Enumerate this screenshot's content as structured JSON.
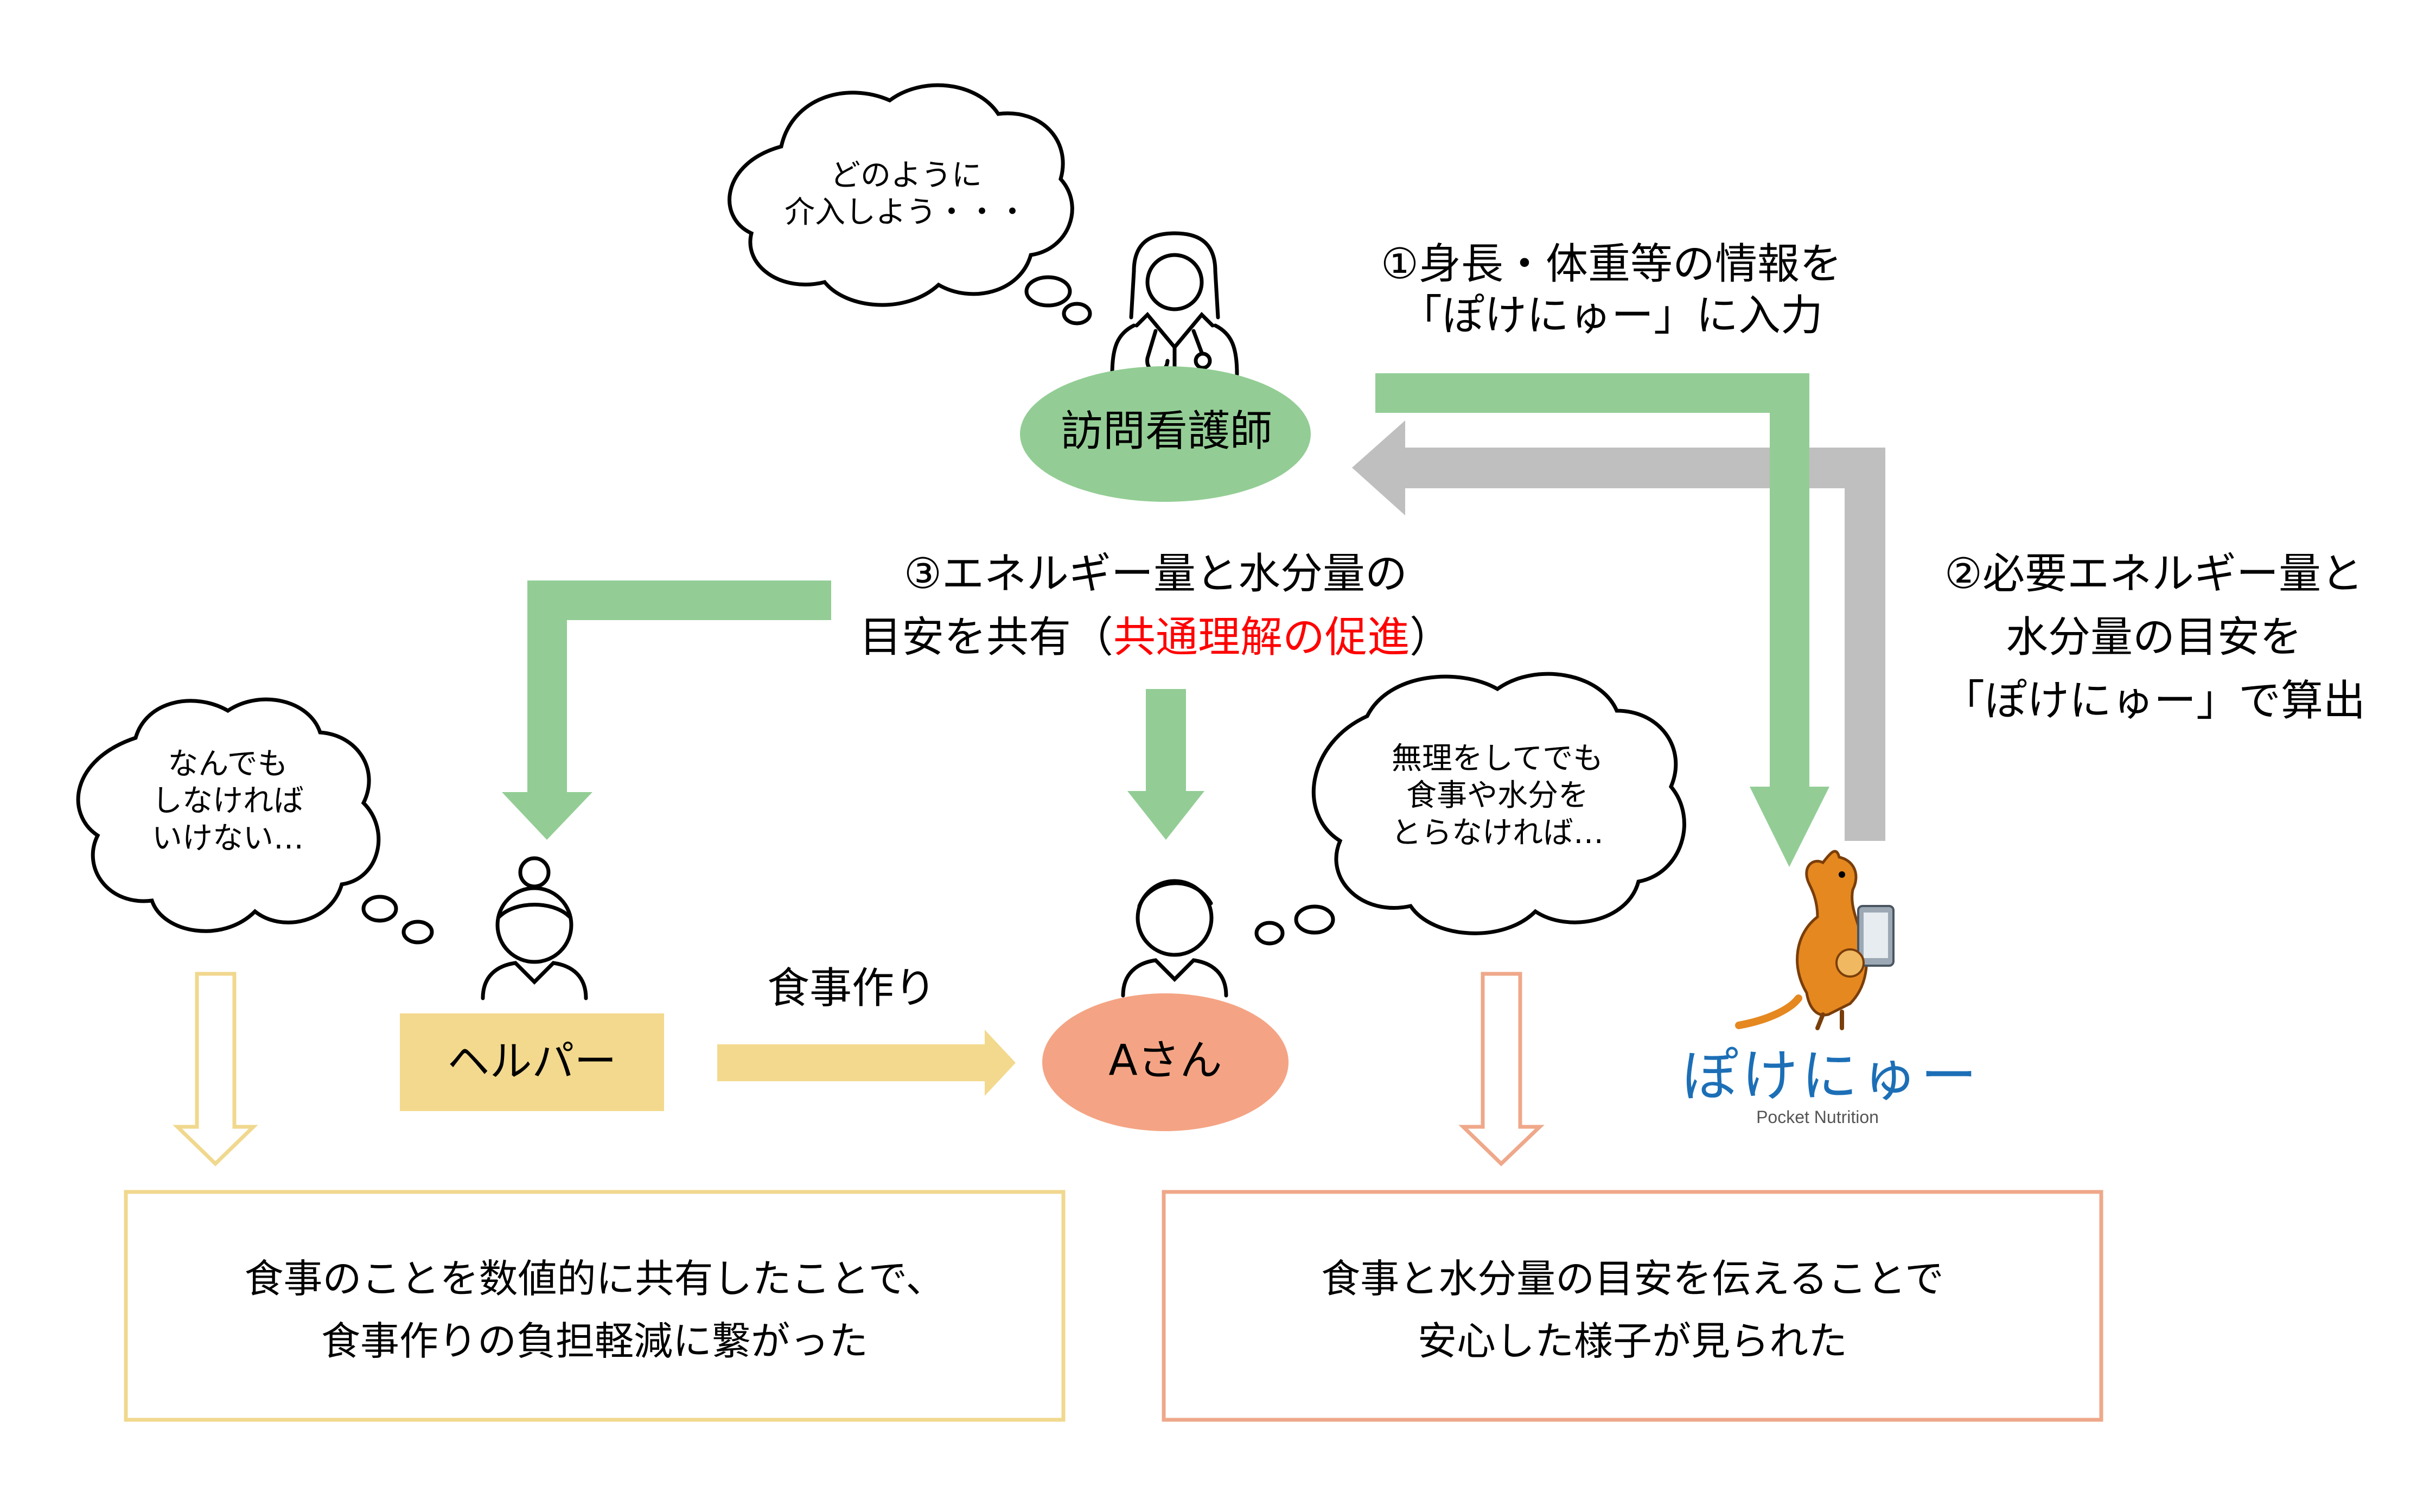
{
  "colors": {
    "nurse": "#93cd95",
    "green_arrow": "#93cd95",
    "gray_arrow": "#bfbfbf",
    "helper": "#f3d98d",
    "patient": "#f4a484",
    "yellow_border": "#f0d88e",
    "orange_border": "#efa88a",
    "emphasis": "#ff0000"
  },
  "nodes": {
    "nurse": "訪問看護師",
    "helper": "ヘルパー",
    "patient": "Aさん"
  },
  "bubbles": {
    "nurse": [
      "どのように",
      "介入しよう・・・"
    ],
    "helper": [
      "なんでも",
      "しなければ",
      "いけない…"
    ],
    "patient": [
      "無理をしてでも",
      "食事や水分を",
      "とらなければ…"
    ]
  },
  "steps": {
    "step1": [
      "①身長・体重等の情報を",
      "「ぽけにゅー」に入力"
    ],
    "step2": [
      "②必要エネルギー量と",
      "水分量の目安を",
      "「ぽけにゅー」で算出"
    ],
    "step3_line1": "③エネルギー量と水分量の",
    "step3_line2_pre": "目安を共有（",
    "step3_line2_em": "共通理解の促進",
    "step3_line2_post": "）"
  },
  "meal_label": "食事作り",
  "logo": {
    "name": "ぽけにゅー",
    "sub": "Pocket Nutrition"
  },
  "outcomes": {
    "helper": [
      "食事のことを数値的に共有したことで、",
      "食事作りの負担軽減に繋がった"
    ],
    "patient": [
      "食事と水分量の目安を伝えることで",
      "安心した様子が見られた"
    ]
  }
}
